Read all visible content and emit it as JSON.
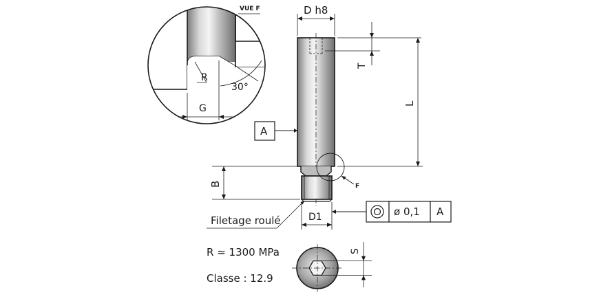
{
  "view_label": "VUE F",
  "dims": {
    "d_h8": "D h8",
    "t": "T",
    "l": "L",
    "b": "B",
    "d1": "D1",
    "s": "S",
    "g": "G",
    "r": "R",
    "angle": "30°",
    "f": "F"
  },
  "datum_ref": "A",
  "thread_label": "Filetage roulé",
  "tolerance_frame": {
    "symbol": "concentricity-icon",
    "value": "ø 0,1",
    "datum": "A"
  },
  "properties": {
    "strength": "R ≃ 1300 MPa",
    "class": "Classe : 12.9"
  },
  "colors": {
    "line": "#1a1a1a",
    "shaft_light": "#dcdcdc",
    "shaft_dark": "#8a8a8a"
  }
}
